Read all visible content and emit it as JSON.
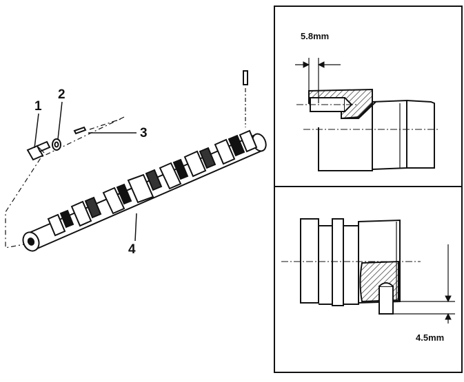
{
  "callouts": {
    "part1": "1",
    "part2": "2",
    "part3": "3",
    "part4": "4"
  },
  "dimensions": {
    "top_detail": "5.8mm",
    "bottom_detail": "4.5mm"
  },
  "colors": {
    "ink": "#111111",
    "paper": "#ffffff"
  }
}
